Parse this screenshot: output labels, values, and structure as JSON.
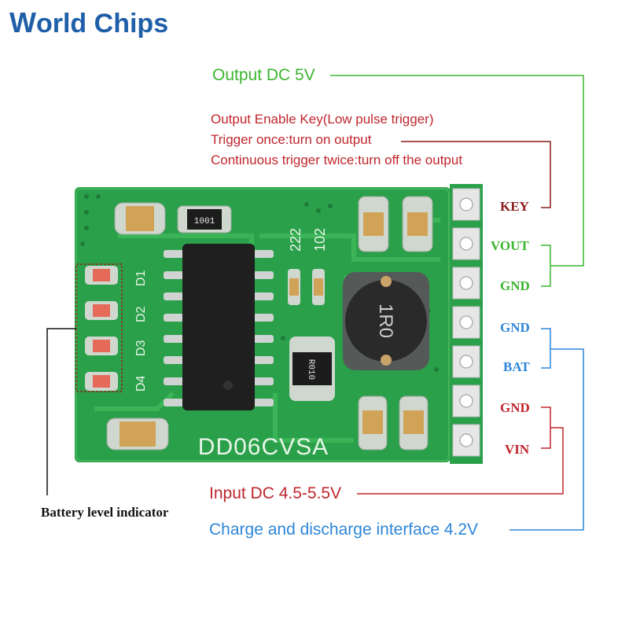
{
  "logo": {
    "text_first": "W",
    "text_rest": "orld",
    "text_chips": "Chips"
  },
  "callouts": {
    "output_dc": "Output DC 5V",
    "key_line1": "Output Enable Key(Low pulse trigger)",
    "key_line2": "Trigger once:turn on output",
    "key_line3": "Continuous trigger twice:turn off the output",
    "input_dc": "Input DC 4.5-5.5V",
    "charge": "Charge and discharge interface  4.2V",
    "battery": "Battery level indicator"
  },
  "pins": [
    "KEY",
    "VOUT",
    "GND",
    "GND",
    "BAT",
    "GND",
    "VIN"
  ],
  "board": {
    "model": "DD06CVSA",
    "resistor_code": "1001",
    "inductor_code": "1R0",
    "diode_code": "R010",
    "cap_labels": [
      "222",
      "102"
    ],
    "led_labels": [
      "D1",
      "D2",
      "D3",
      "D4"
    ]
  },
  "colors": {
    "green": "#3cb52e",
    "red": "#c0262d",
    "blue": "#2d86d8",
    "pcb": "#2aa04a"
  }
}
